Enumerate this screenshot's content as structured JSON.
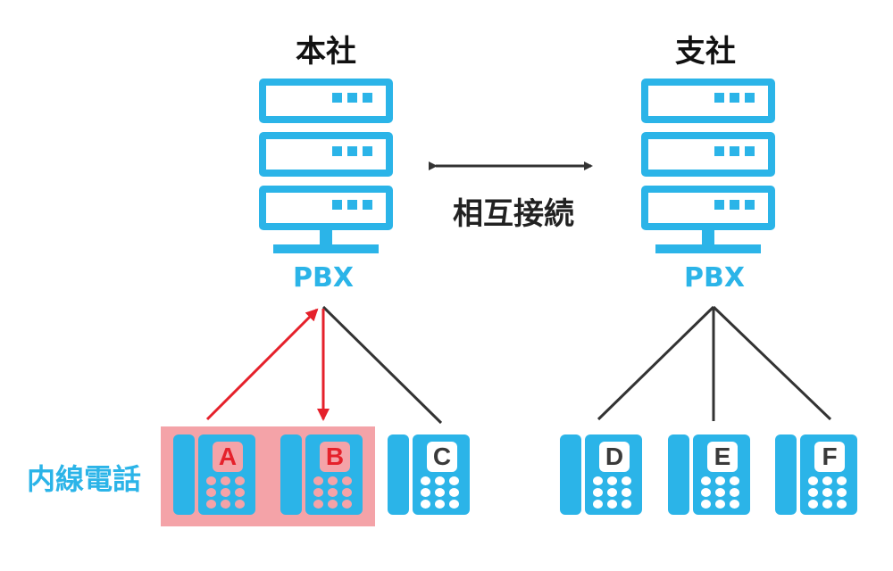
{
  "hq": {
    "title": "本社",
    "pbx_label": "PBX"
  },
  "branch": {
    "title": "支社",
    "pbx_label": "PBX"
  },
  "interconnect_label": "相互接続",
  "extension_label": "内線電話",
  "phones": [
    {
      "key": "A",
      "state": "active"
    },
    {
      "key": "B",
      "state": "active"
    },
    {
      "key": "C",
      "state": "normal"
    },
    {
      "key": "D",
      "state": "normal"
    },
    {
      "key": "E",
      "state": "normal"
    },
    {
      "key": "F",
      "state": "normal"
    }
  ],
  "colors": {
    "server_blue": "#2bb4e8",
    "call_red": "#e5212b",
    "highlight_pink": "#f4a3a8",
    "line_dark": "#333333"
  }
}
